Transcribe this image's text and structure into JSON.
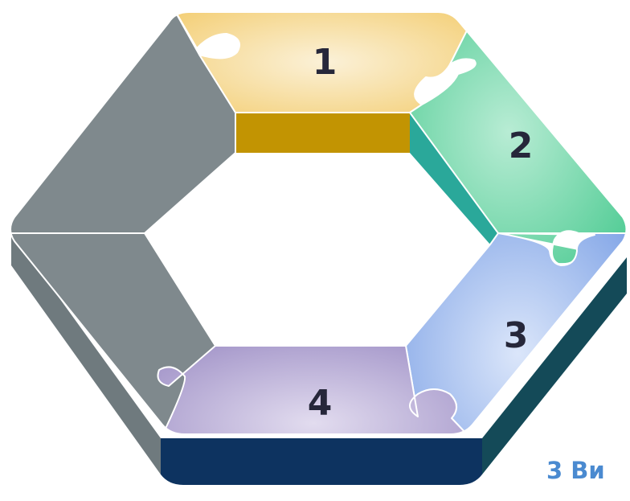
{
  "segments": [
    {
      "label": "1",
      "color": "#f6d37a"
    },
    {
      "label": "2",
      "color": "#5dd2a0"
    },
    {
      "label": "3",
      "color": "#8fb3ee"
    },
    {
      "label": "4",
      "color": "#a597c9"
    }
  ],
  "caption": "3 Ви"
}
